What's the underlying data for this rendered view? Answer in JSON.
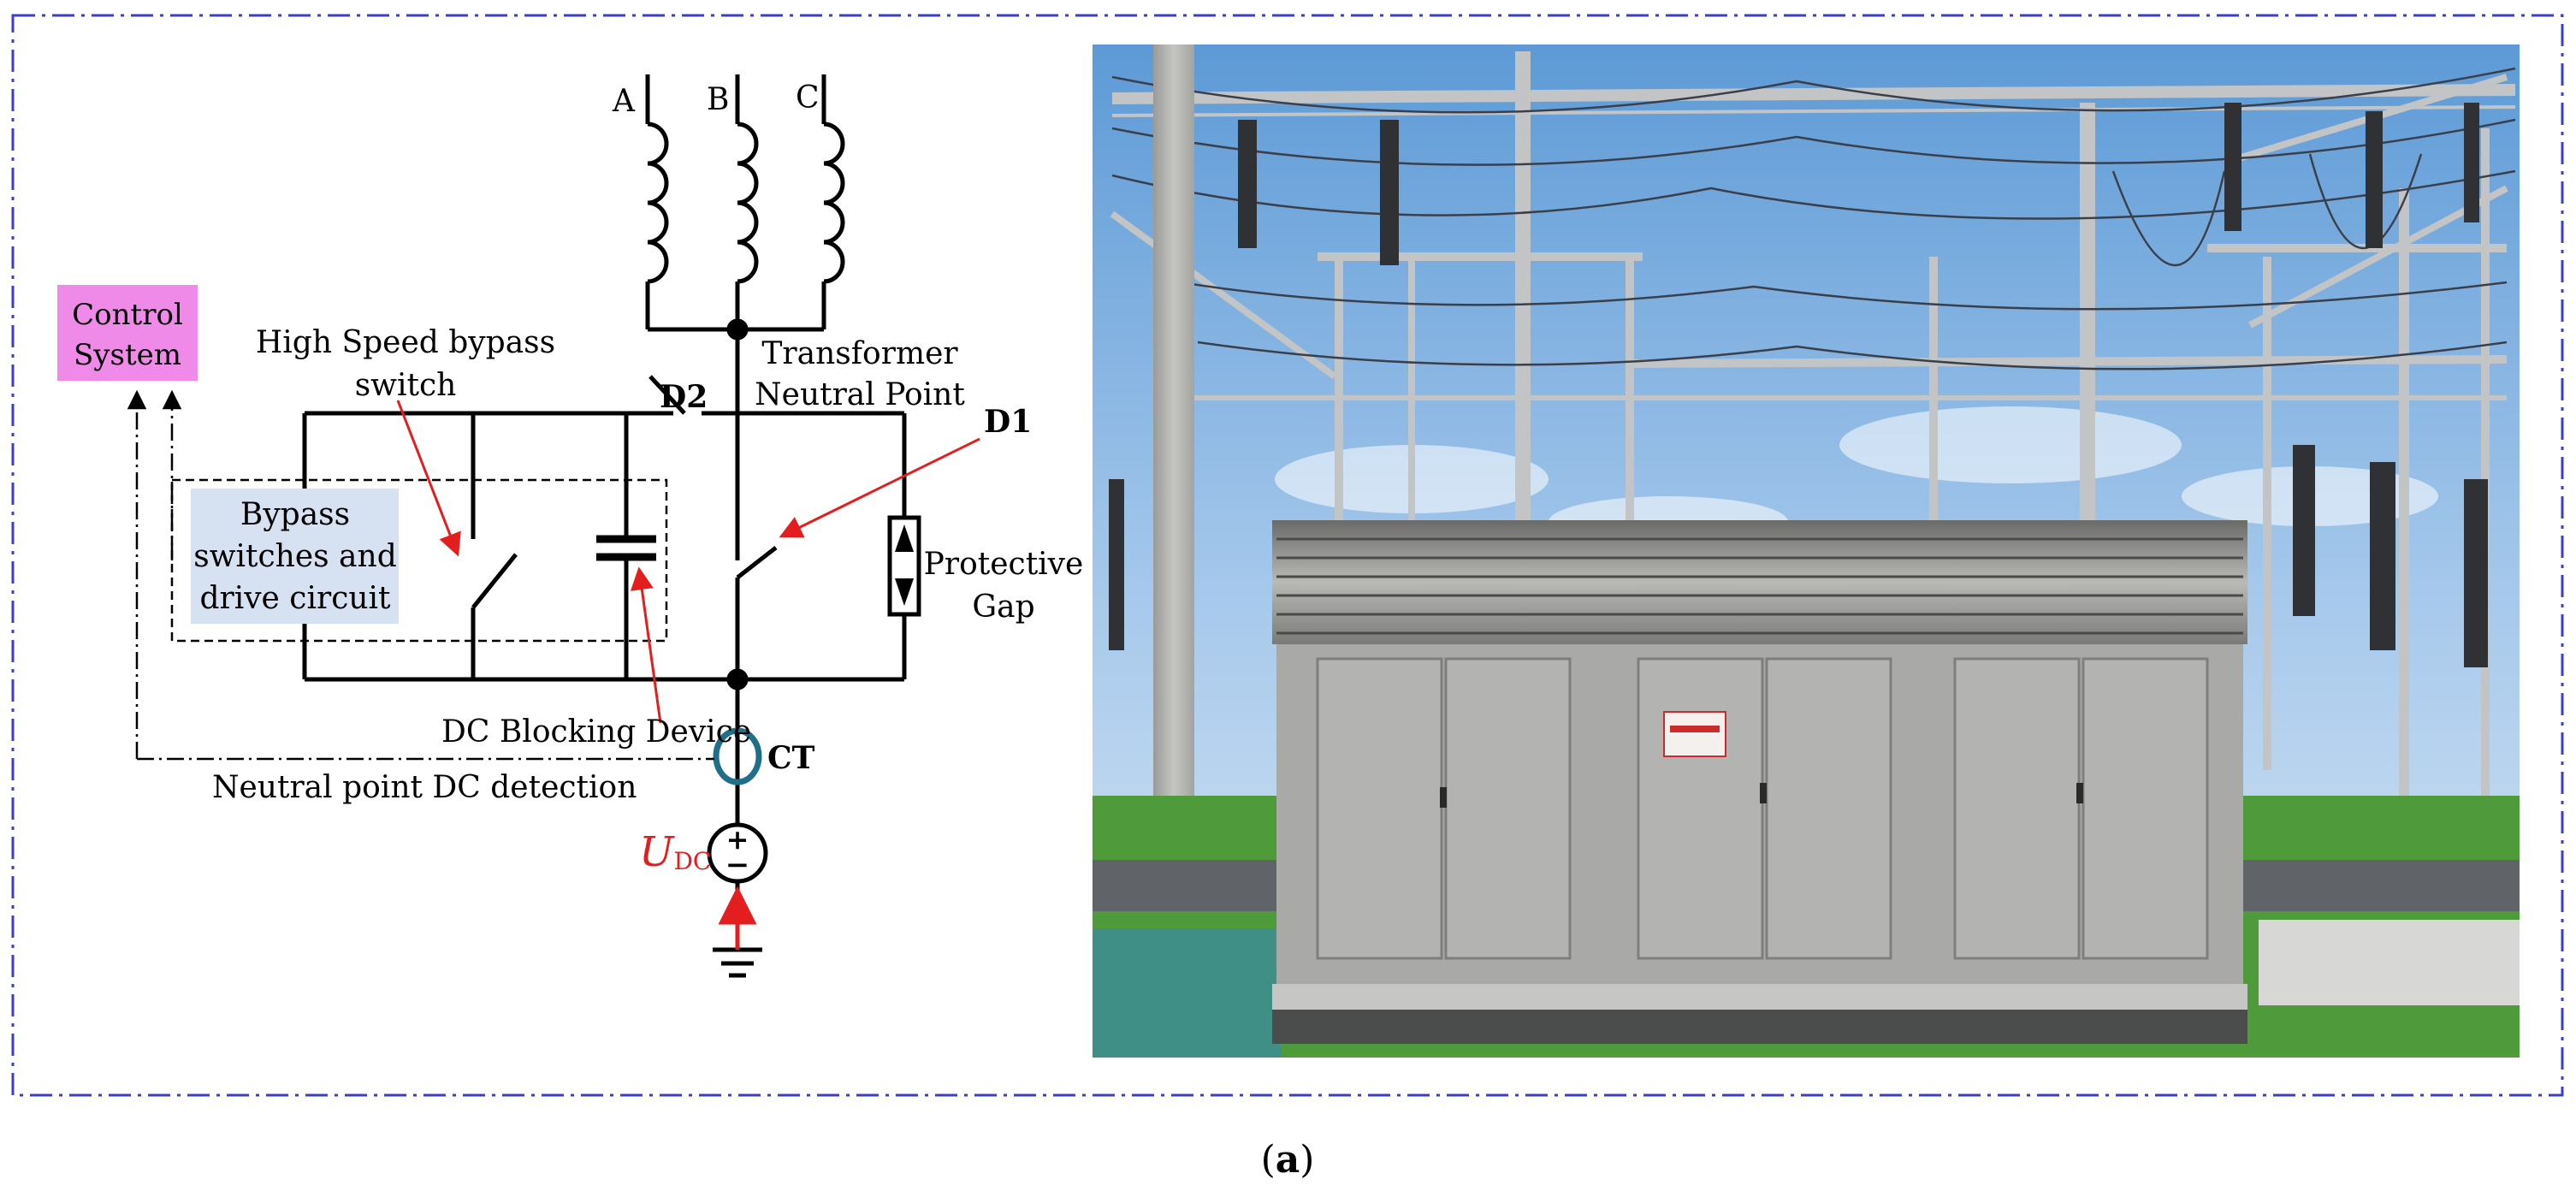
{
  "frame": {
    "border_color": "#3b3fc6"
  },
  "diagram": {
    "phase_labels": [
      "A",
      "B",
      "C"
    ],
    "control_system": {
      "line1": "Control",
      "line2": "System",
      "fill": "#f08ae8"
    },
    "bypass_switch_label": {
      "line1": "High Speed bypass",
      "line2": "switch"
    },
    "bypass_box": {
      "line1": "Bypass",
      "line2": "switches and",
      "line3": "drive circuit",
      "fill": "#d6e1f1"
    },
    "transformer_neutral": {
      "line1": "Transformer",
      "line2": "Neutral Point"
    },
    "d1_label": "D1",
    "d2_label": "D2",
    "protective_gap": {
      "line1": "Protective",
      "line2": "Gap"
    },
    "dc_blocking_label": "DC Blocking Device",
    "ct_label": "CT",
    "ct_color": "#1f6f8b",
    "neutral_detection_label": "Neutral point DC detection",
    "udc": {
      "main": "U",
      "sub": "DC",
      "color": "#e41e1e"
    },
    "arrow_color": "#e41e1e",
    "plus_sign": "+",
    "minus_sign": "−"
  },
  "photo": {
    "description_hidden": ""
  },
  "caption": {
    "open": "(",
    "letter": "a",
    "close": ")"
  }
}
